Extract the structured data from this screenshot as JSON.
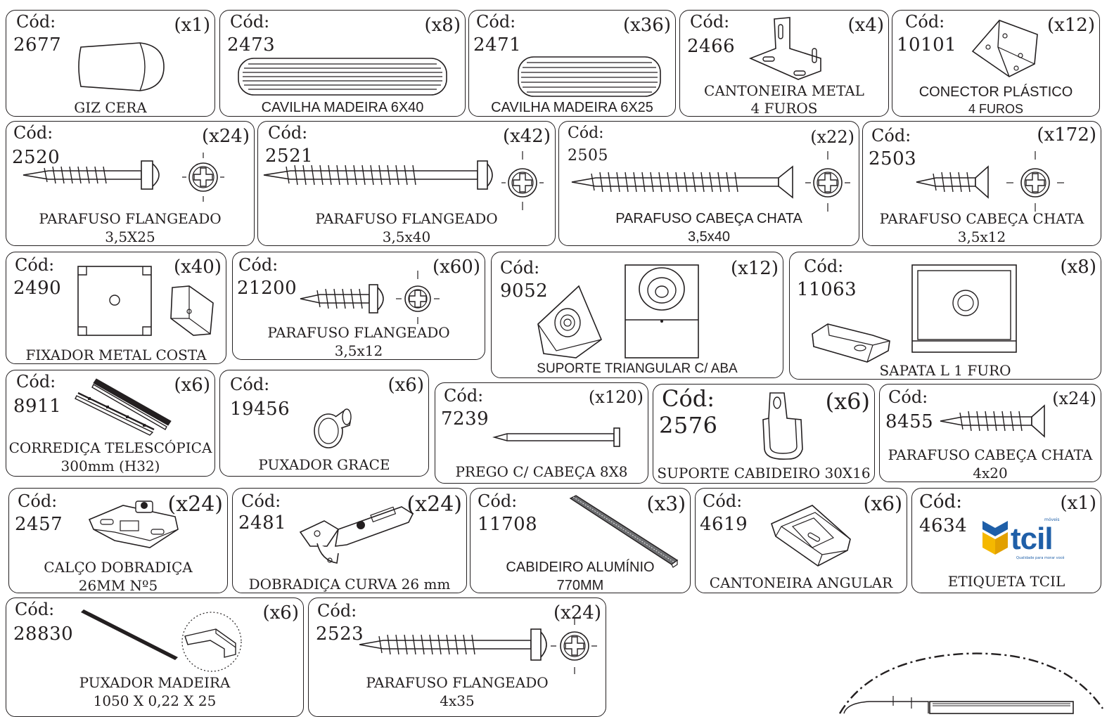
{
  "common": {
    "code_label": "Cód:"
  },
  "items": [
    {
      "code": "2677",
      "qty": "(x1)",
      "name1": "GIZ CERA",
      "name2": ""
    },
    {
      "code": "2473",
      "qty": "(x8)",
      "name1": "CAVILHA MADEIRA 6X40",
      "name2": ""
    },
    {
      "code": "2471",
      "qty": "(x36)",
      "name1": "CAVILHA MADEIRA 6X25",
      "name2": ""
    },
    {
      "code": "2466",
      "qty": "(x4)",
      "name1": "CANTONEIRA METAL",
      "name2": "4  FUROS"
    },
    {
      "code": "10101",
      "qty": "(x12)",
      "name1": "CONECTOR PLÁSTICO",
      "name2": "4 FUROS"
    },
    {
      "code": "2520",
      "qty": "(x24)",
      "name1": "PARAFUSO FLANGEADO",
      "name2": "3,5X25"
    },
    {
      "code": "2521",
      "qty": "(x42)",
      "name1": "PARAFUSO FLANGEADO",
      "name2": "3,5x40"
    },
    {
      "code": "2505",
      "qty": "(x22)",
      "name1": "PARAFUSO CABEÇA CHATA",
      "name2": "3,5x40"
    },
    {
      "code": "2503",
      "qty": "(x172)",
      "name1": "PARAFUSO CABEÇA CHATA",
      "name2": "3,5x12"
    },
    {
      "code": "2490",
      "qty": "(x40)",
      "name1": "FIXADOR METAL COSTA",
      "name2": ""
    },
    {
      "code": "21200",
      "qty": "(x60)",
      "name1": "PARAFUSO FLANGEADO",
      "name2": "3,5x12"
    },
    {
      "code": "9052",
      "qty": "(x12)",
      "name1": "SUPORTE TRIANGULAR C/ ABA",
      "name2": ""
    },
    {
      "code": "11063",
      "qty": "(x8)",
      "name1": "SAPATA L 1 FURO",
      "name2": ""
    },
    {
      "code": "8911",
      "qty": "(x6)",
      "name1": "CORREDIÇA TELESCÓPICA",
      "name2": "300mm (H32)"
    },
    {
      "code": "19456",
      "qty": "(x6)",
      "name1": "PUXADOR GRACE",
      "name2": ""
    },
    {
      "code": "7239",
      "qty": "(x120)",
      "name1": "PREGO C/ CABEÇA 8X8",
      "name2": ""
    },
    {
      "code": "2576",
      "qty": "(x6)",
      "name1": "SUPORTE CABIDEIRO 30X16",
      "name2": ""
    },
    {
      "code": "8455",
      "qty": "(x24)",
      "name1": "PARAFUSO CABEÇA CHATA",
      "name2": "4x20"
    },
    {
      "code": "2457",
      "qty": "(x24)",
      "name1": "CALÇO DOBRADIÇA",
      "name2": "26MM Nº5"
    },
    {
      "code": "2481",
      "qty": "(x24)",
      "name1": "DOBRADIÇA CURVA 26 mm",
      "name2": ""
    },
    {
      "code": "11708",
      "qty": "(x3)",
      "name1": "CABIDEIRO ALUMÍNIO",
      "name2": "770MM"
    },
    {
      "code": "4619",
      "qty": "(x6)",
      "name1": "CANTONEIRA ANGULAR",
      "name2": ""
    },
    {
      "code": "4634",
      "qty": "(x1)",
      "name1": "ETIQUETA TCIL",
      "name2": ""
    },
    {
      "code": "28830",
      "qty": "(x6)",
      "name1": "PUXADOR MADEIRA",
      "name2": "1050 X 0,22 X 25"
    },
    {
      "code": "2523",
      "qty": "(x24)",
      "name1": "PARAFUSO FLANGEADO",
      "name2": "4x35"
    }
  ],
  "logo": {
    "brand": "tcil",
    "tag": "móveis",
    "slogan": "Qualidade para morar você",
    "color_blue": "#1f5fa8",
    "color_yellow": "#f5b800"
  }
}
